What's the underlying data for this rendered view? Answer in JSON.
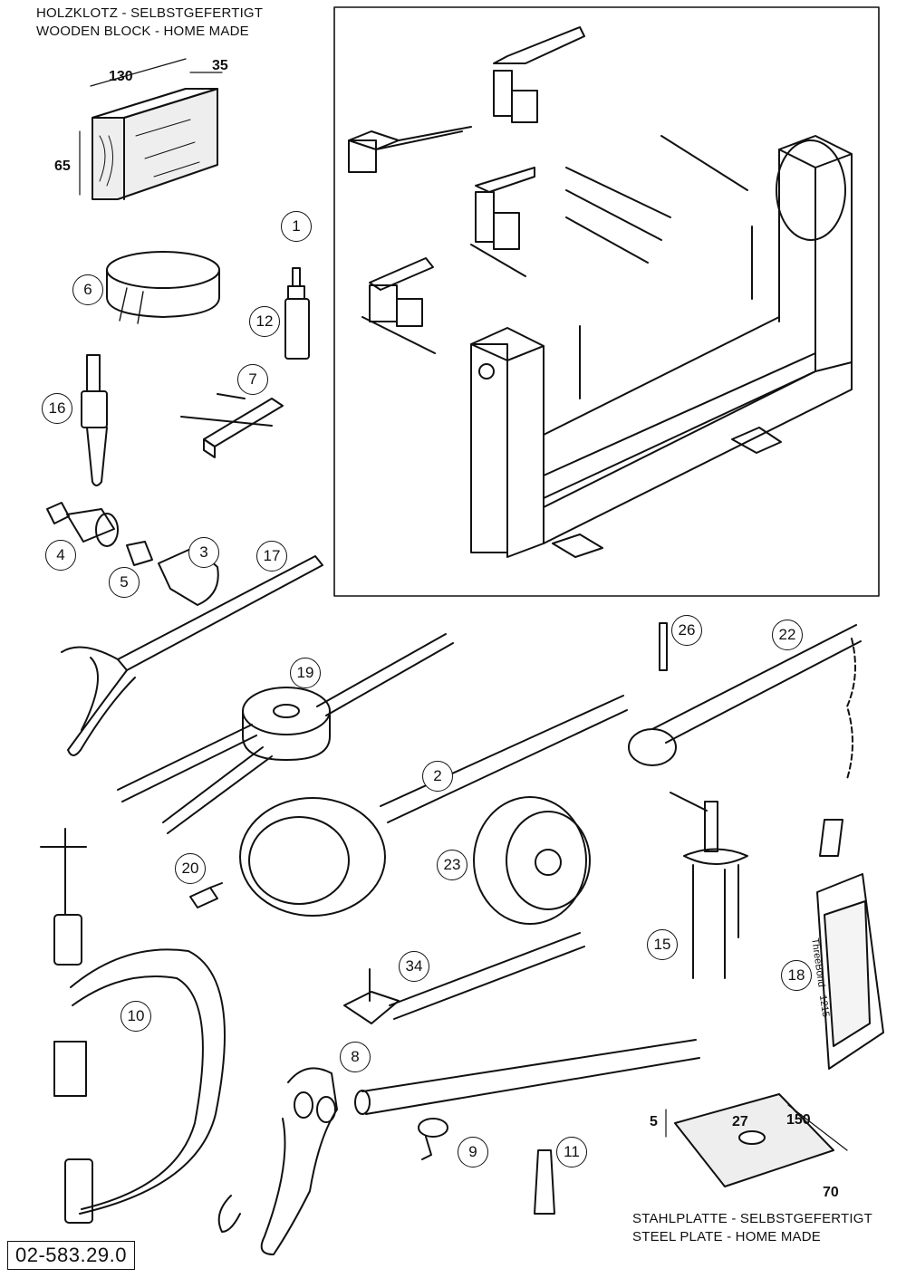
{
  "captions": {
    "wooden_block_de": "HOLZKLOTZ - SELBSTGEFERTIGT",
    "wooden_block_en": "WOODEN BLOCK - HOME MADE",
    "steel_plate_de": "STAHLPLATTE - SELBSTGEFERTIGT",
    "steel_plate_en": "STEEL PLATE - HOME MADE"
  },
  "dimensions": {
    "block_length": "130",
    "block_width": "35",
    "block_height": "65",
    "plate_thickness": "5",
    "plate_hole": "27",
    "plate_length": "150",
    "plate_width": "70"
  },
  "tube_label": {
    "brand": "ThreeBond",
    "code": "1215"
  },
  "part_numbers": {
    "p1": "1",
    "p2": "2",
    "p3": "3",
    "p4": "4",
    "p5": "5",
    "p6": "6",
    "p7": "7",
    "p8": "8",
    "p9": "9",
    "p10": "10",
    "p11": "11",
    "p12": "12",
    "p15": "15",
    "p16": "16",
    "p17": "17",
    "p18": "18",
    "p19": "19",
    "p20": "20",
    "p22": "22",
    "p23": "23",
    "p26": "26",
    "p34": "34"
  },
  "document_number": "02-583.29.0"
}
